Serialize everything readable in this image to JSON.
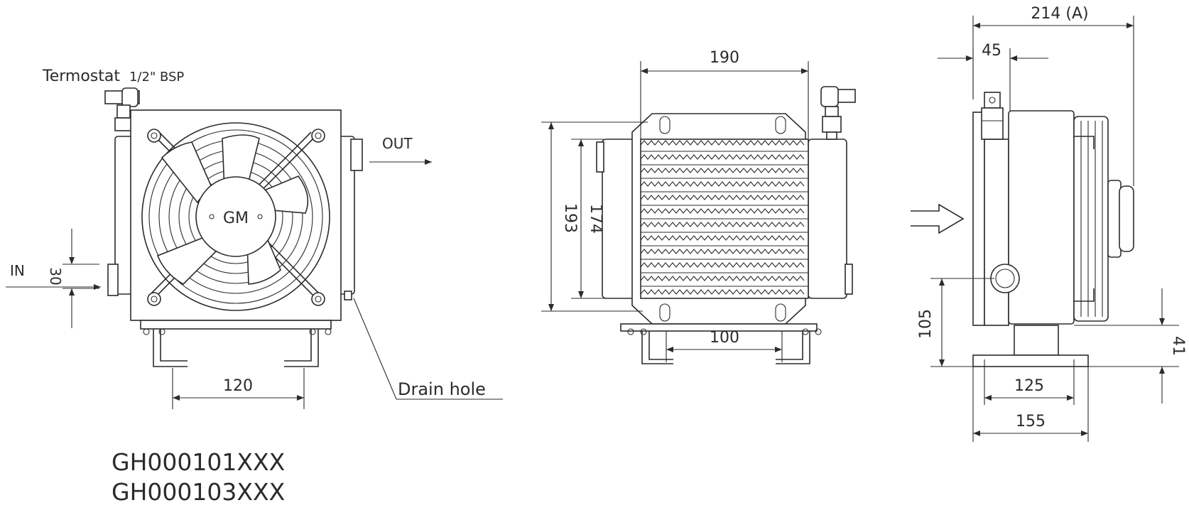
{
  "labels": {
    "thermostat_name": "Termostat",
    "thermostat_size": "1/2\" BSP",
    "out": "OUT",
    "in": "IN",
    "drain_hole": "Drain hole",
    "fan_brand": "GM"
  },
  "dimensions": {
    "front_inlet_height": "30",
    "front_foot_spacing": "120",
    "top_width": "190",
    "overall_height": "193",
    "core_height": "174",
    "mid_foot_spacing": "100",
    "side_depth_total": "214 (A)",
    "side_fitting_offset": "45",
    "side_port_height": "105",
    "side_foot_height": "41",
    "side_foot_inner": "125",
    "side_foot_outer": "155"
  },
  "models": [
    "GH000101XXX",
    "GH000103XXX"
  ]
}
